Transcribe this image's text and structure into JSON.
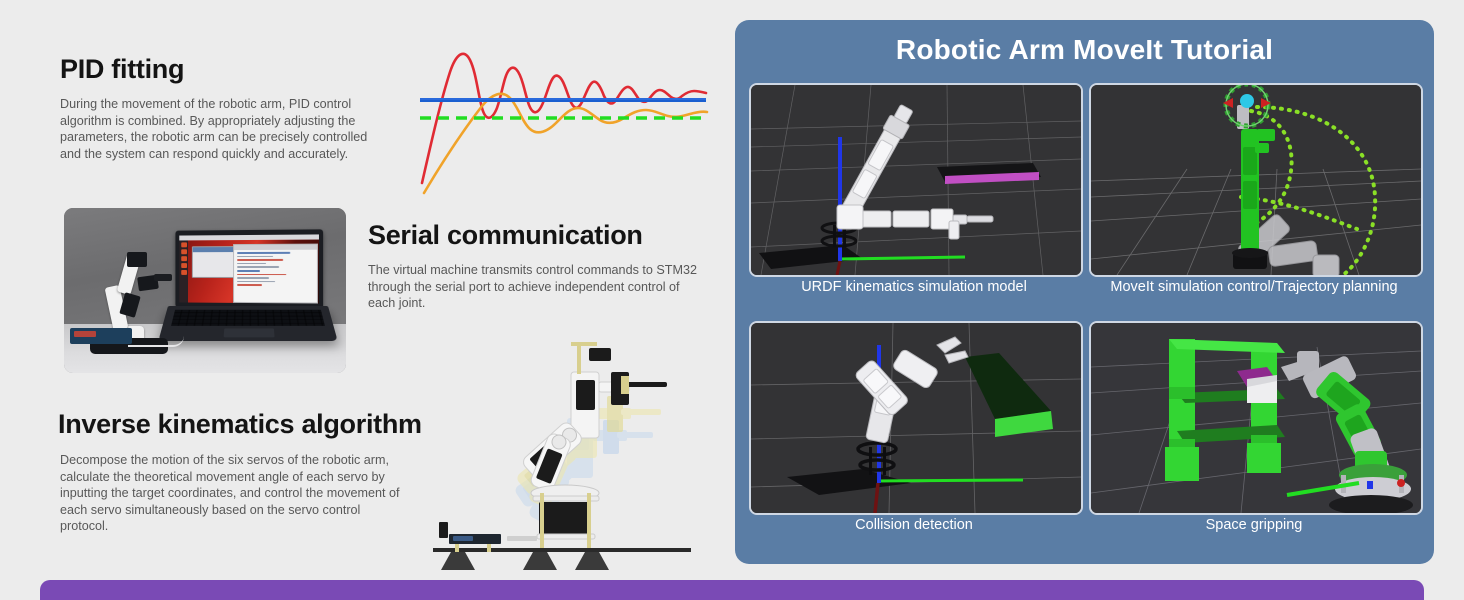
{
  "background_color": "#ececec",
  "left": {
    "sections": [
      {
        "id": "pid",
        "title": "PID fitting",
        "body": "During the movement of the robotic arm, PID control algorithm is combined. By appropriately adjusting the parameters, the robotic arm can be precisely controlled and the system can respond quickly and accurately."
      },
      {
        "id": "serial",
        "title": "Serial communication",
        "body": "The virtual machine transmits control commands to STM32 through the serial port to achieve independent control of each joint."
      },
      {
        "id": "ik",
        "title": "Inverse kinematics algorithm",
        "body": "Decompose the motion of the six servos of the robotic arm, calculate the theoretical movement angle of each servo by inputting the target coordinates, and control the movement of each servo simultaneously based on the servo control protocol."
      }
    ],
    "photo": {
      "alt": "robotic arm beside laptop running control software"
    },
    "ik_illustration": {
      "alt": "robotic arm shown in three overlaid motion poses"
    }
  },
  "chart_data": {
    "type": "line",
    "title": "",
    "xlabel": "",
    "ylabel": "",
    "grid": false,
    "legend": "none",
    "xlim": [
      0,
      100
    ],
    "ylim": [
      0,
      1.75
    ],
    "setpoint": 1.0,
    "tolerance_band": 0.9,
    "series": [
      {
        "name": "setpoint",
        "color": "#1a5fd0",
        "style": "solid",
        "values": [
          1.0,
          1.0
        ]
      },
      {
        "name": "tolerance",
        "color": "#22dd22",
        "style": "dashed",
        "values": [
          0.9,
          0.9
        ]
      },
      {
        "name": "underdamped-response",
        "color": "#e02b34",
        "style": "solid",
        "overshoot": 1.72,
        "damping": 0.09,
        "period": 13.5,
        "settle_x": 92
      },
      {
        "name": "tuned-response",
        "color": "#f0a32a",
        "style": "solid",
        "overshoot": 1.24,
        "damping": 0.17,
        "period": 19.0,
        "settle_x": 92
      }
    ]
  },
  "right_panel": {
    "background_color": "#5a7da5",
    "title": "Robotic Arm MoveIt Tutorial",
    "shots": [
      {
        "id": "urdf",
        "caption": "URDF kinematics simulation model"
      },
      {
        "id": "moveit",
        "caption": "MoveIt simulation control/Trajectory planning"
      },
      {
        "id": "collision",
        "caption": "Collision detection"
      },
      {
        "id": "gripping",
        "caption": "Space gripping"
      }
    ]
  },
  "bottom_bar": {
    "color": "#7a4ab5"
  }
}
